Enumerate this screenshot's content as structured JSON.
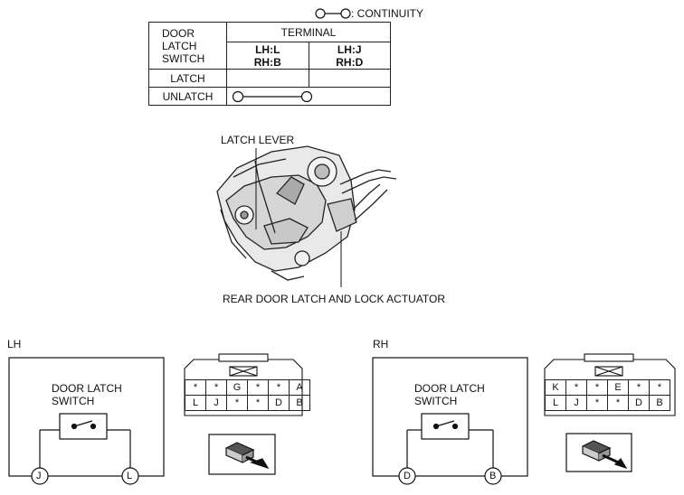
{
  "legend": {
    "text": ": CONTINUITY"
  },
  "continuity_table": {
    "row_header": "DOOR LATCH SWITCH",
    "terminal_header": "TERMINAL",
    "col1": {
      "line1": "LH:L",
      "line2": "RH:B"
    },
    "col2": {
      "line1": "LH:J",
      "line2": "RH:D"
    },
    "rows": [
      "LATCH",
      "UNLATCH"
    ]
  },
  "photo": {
    "label_top": "LATCH LEVER",
    "label_bottom": "REAR DOOR LATCH AND LOCK ACTUATOR"
  },
  "lh": {
    "side_label": "LH",
    "switch_label_1": "DOOR LATCH",
    "switch_label_2": "SWITCH",
    "terminal_left": "J",
    "terminal_right": "L",
    "connector_row1": [
      "*",
      "*",
      "G",
      "*",
      "*",
      "A"
    ],
    "connector_row2": [
      "L",
      "J",
      "*",
      "*",
      "D",
      "B"
    ]
  },
  "rh": {
    "side_label": "RH",
    "switch_label_1": "DOOR LATCH",
    "switch_label_2": "SWITCH",
    "terminal_left": "D",
    "terminal_right": "B",
    "connector_row1": [
      "K",
      "*",
      "*",
      "E",
      "*",
      "*"
    ],
    "connector_row2": [
      "L",
      "J",
      "*",
      "*",
      "D",
      "B"
    ]
  }
}
